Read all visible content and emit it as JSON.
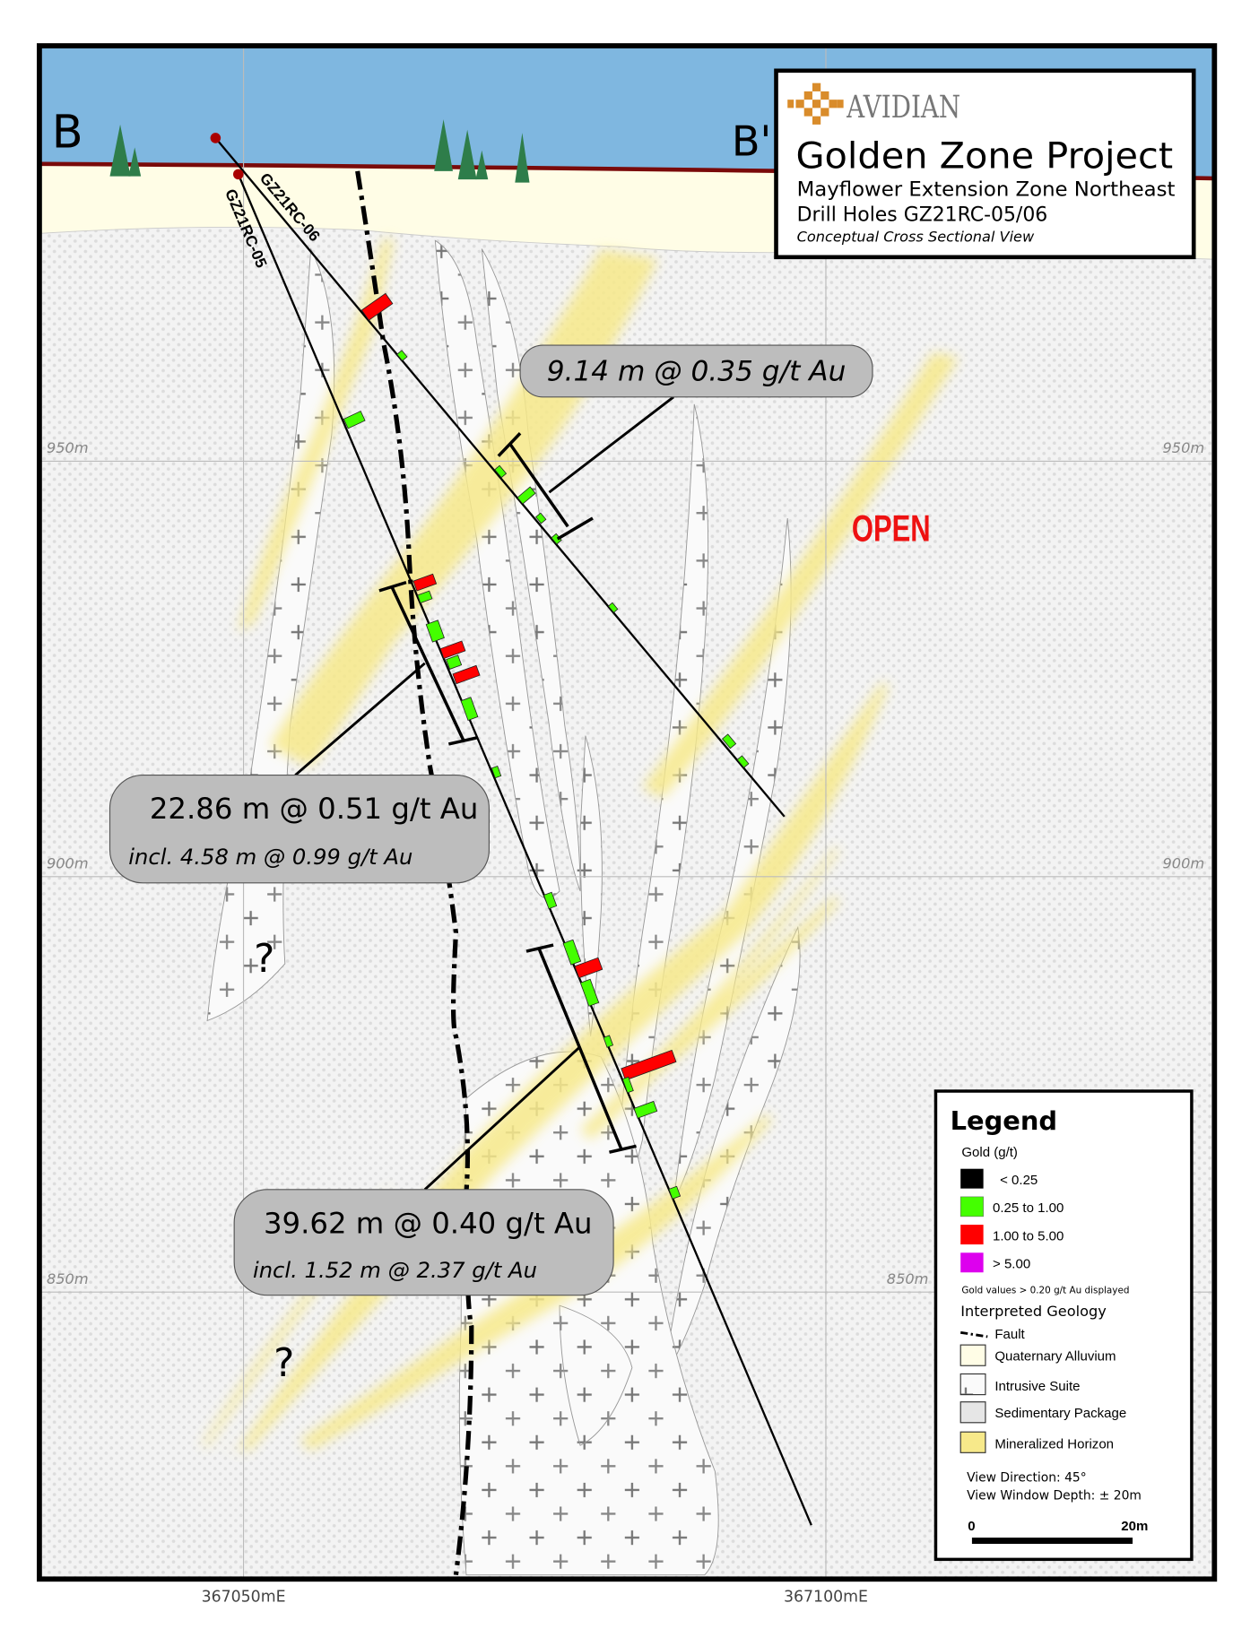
{
  "section": {
    "start_label": "B",
    "end_label": "B'"
  },
  "title_box": {
    "logo_text": "AVIDIAN",
    "title": "Golden Zone Project",
    "subtitle1": "Mayflower Extension Zone Northeast",
    "subtitle2": "Drill Holes GZ21RC-05/06",
    "subtitle3": "Conceptual Cross Sectional View"
  },
  "grid": {
    "elevations": [
      "950m",
      "900m",
      "850m"
    ],
    "eastings": [
      "367050mE",
      "367100mE"
    ]
  },
  "drill_holes": [
    {
      "name": "GZ21RC-06"
    },
    {
      "name": "GZ21RC-05"
    }
  ],
  "callouts": [
    {
      "main": "9.14 m @ 0.35 g/t Au"
    },
    {
      "main": "22.86 m @ 0.51 g/t Au",
      "incl": "incl. 4.58 m @ 0.99 g/t Au"
    },
    {
      "main": "39.62 m @ 0.40 g/t Au",
      "incl": "incl. 1.52 m @ 2.37 g/t Au"
    }
  ],
  "annotations": {
    "open": "OPEN",
    "question": "?"
  },
  "legend": {
    "title": "Legend",
    "gold_heading": "Gold (g/t)",
    "gold_items": [
      {
        "label": "< 0.25",
        "color": "#000000"
      },
      {
        "label": "0.25 to 1.00",
        "color": "#44ff00"
      },
      {
        "label": "1.00 to 5.00",
        "color": "#ff0000"
      },
      {
        "label": "> 5.00",
        "color": "#dd00ee"
      }
    ],
    "gold_note": "Gold values > 0.20 g/t Au displayed",
    "geology_heading": "Interpreted Geology",
    "fault_label": "Fault",
    "geology_items": [
      {
        "label": "Quaternary Alluvium"
      },
      {
        "label": "Intrusive Suite"
      },
      {
        "label": "Sedimentary Package"
      },
      {
        "label": "Mineralized Horizon"
      }
    ],
    "view_direction": "View Direction: 45°",
    "view_depth": "View Window Depth: ± 20m",
    "scale_start": "0",
    "scale_end": "20m"
  },
  "colors": {
    "sky": "#7fb7e0",
    "alluvium": "#fffde6",
    "ground_line": "#7a0a0a",
    "horizon": "#f7e98a",
    "callout": "#bdbdbd",
    "open": "#ee1111",
    "logo": "#d98c2b"
  }
}
